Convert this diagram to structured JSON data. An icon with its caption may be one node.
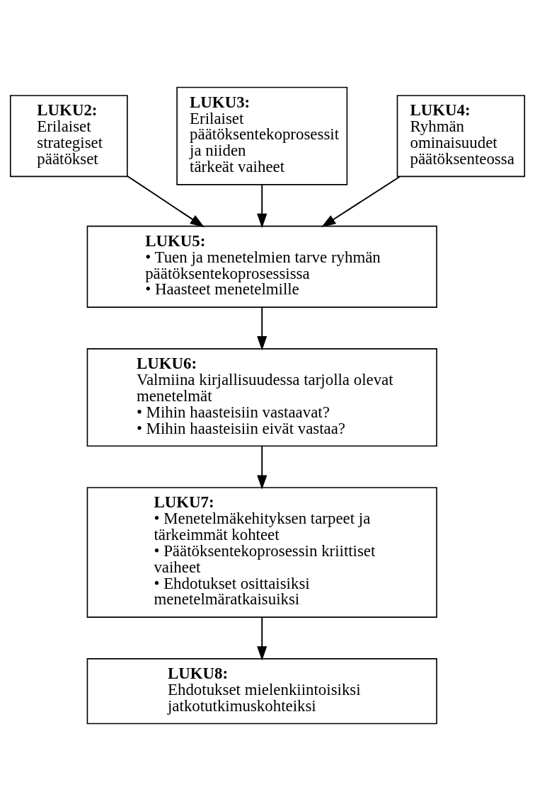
{
  "diagram": {
    "nodes": [
      {
        "text": [
          "LUKU2:",
          "Erilaiset strategiset päätökset"
        ]
      },
      {
        "text": [
          "LUKU3:",
          "Erilaiset päätöksentekoprosessit ja niiden tärkeät vaiheet"
        ]
      },
      {
        "text": [
          "LUKU4:",
          "Ryhmän ominaisuudet päätöksenteossa"
        ]
      },
      {
        "text": [
          "LUKU5:",
          "• Tuen ja menetelmien tarve ryhmän päätöksentekoprosessissa",
          "• Haasteet menetelmille"
        ]
      },
      {
        "text": [
          "LUKU6:",
          "Valmiina kirjallisuudessa tarjolla olevat menetelmät",
          "• Mihin haasteisiin vastaavat?",
          "• Mihin haasteisiin eivät vastaa?"
        ]
      },
      {
        "text": [
          "LUKU7:",
          "• Menetelmäkehityksen tarpeet ja tärkeimmät kohteet",
          "• Päätöksentekoprosessin kriittiset vaiheet",
          "• Ehdotukset osittaisiksi menetelmäratkaisuiksi"
        ]
      },
      {
        "text": [
          "LUKU8:",
          "Ehdotukset mielenkiintoisiksi jatkotutkimuskohteiksi"
        ]
      }
    ],
    "edges": [
      {
        "from": 0,
        "to": 3,
        "arrow": "to"
      },
      {
        "from": 1,
        "to": 3,
        "arrow": "to"
      },
      {
        "from": 2,
        "to": 3,
        "arrow": "to"
      },
      {
        "from": 3,
        "to": 4,
        "arrow": "to"
      },
      {
        "from": 4,
        "to": 5,
        "arrow": "to"
      },
      {
        "from": 5,
        "to": 6,
        "arrow": "to"
      }
    ]
  }
}
